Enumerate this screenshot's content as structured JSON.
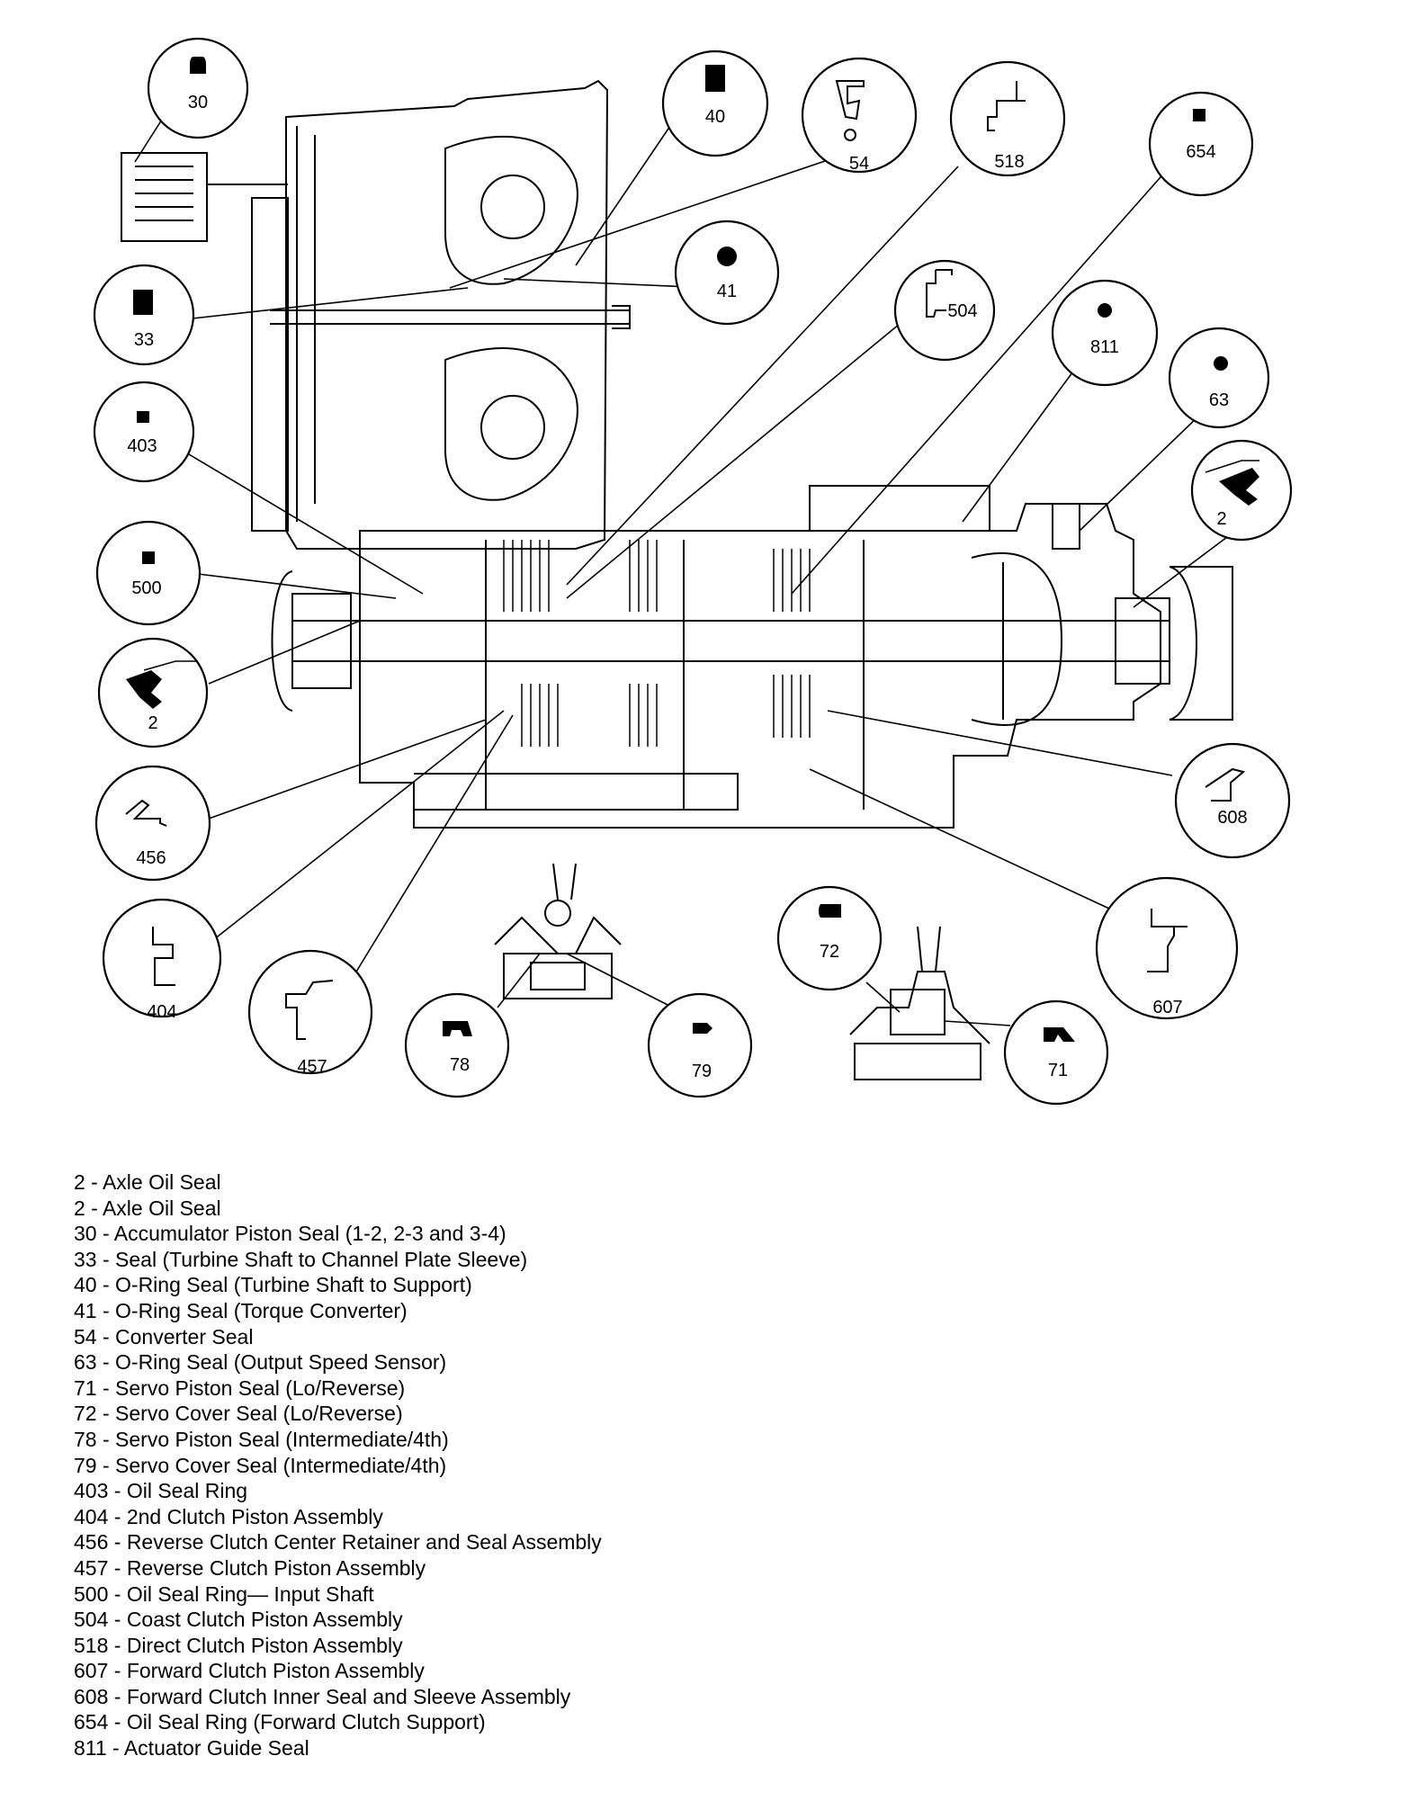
{
  "callouts": [
    {
      "num": "30",
      "shape": "bullet-seal"
    },
    {
      "num": "40",
      "shape": "square-seal"
    },
    {
      "num": "54",
      "shape": "converter-seal-profile"
    },
    {
      "num": "518",
      "shape": "piston-profile"
    },
    {
      "num": "654",
      "shape": "small-square-seal"
    },
    {
      "num": "41",
      "shape": "round-o-ring"
    },
    {
      "num": "33",
      "shape": "square-seal"
    },
    {
      "num": "504",
      "shape": "piston-profile"
    },
    {
      "num": "811",
      "shape": "small-round-seal"
    },
    {
      "num": "63",
      "shape": "small-round-seal"
    },
    {
      "num": "403",
      "shape": "small-square-seal"
    },
    {
      "num": "2",
      "shape": "axle-seal-profile"
    },
    {
      "num": "500",
      "shape": "small-square-seal"
    },
    {
      "num": "2",
      "shape": "axle-seal-profile"
    },
    {
      "num": "456",
      "shape": "retainer-profile"
    },
    {
      "num": "608",
      "shape": "sleeve-profile"
    },
    {
      "num": "404",
      "shape": "piston-profile"
    },
    {
      "num": "457",
      "shape": "piston-profile"
    },
    {
      "num": "78",
      "shape": "servo-piston-seal"
    },
    {
      "num": "79",
      "shape": "servo-cover-seal"
    },
    {
      "num": "72",
      "shape": "servo-cover-seal"
    },
    {
      "num": "607",
      "shape": "piston-profile"
    },
    {
      "num": "71",
      "shape": "servo-piston-seal"
    }
  ],
  "legend": [
    "2 - Axle Oil Seal",
    "2 - Axle Oil Seal",
    "30 - Accumulator Piston Seal (1-2, 2-3 and 3-4)",
    "33 - Seal (Turbine Shaft to Channel Plate Sleeve)",
    "40 - O-Ring Seal (Turbine Shaft to Support)",
    "41 - O-Ring Seal (Torque Converter)",
    "54 - Converter Seal",
    "63 - O-Ring Seal (Output Speed Sensor)",
    "71 - Servo Piston Seal (Lo/Reverse)",
    "72 - Servo Cover Seal (Lo/Reverse)",
    "78 - Servo Piston Seal (Intermediate/4th)",
    "79 - Servo Cover Seal (Intermediate/4th)",
    "403 - Oil Seal Ring",
    "404 - 2nd Clutch Piston Assembly",
    "456 - Reverse Clutch Center Retainer and Seal Assembly",
    "457 - Reverse Clutch Piston Assembly",
    "500 - Oil Seal Ring— Input Shaft",
    "504 - Coast Clutch Piston Assembly",
    "518 - Direct Clutch Piston Assembly",
    "607 - Forward Clutch Piston Assembly",
    "608 - Forward Clutch Inner Seal and Sleeve Assembly",
    "654 - Oil Seal Ring (Forward Clutch Support)",
    "811 - Actuator Guide Seal"
  ]
}
